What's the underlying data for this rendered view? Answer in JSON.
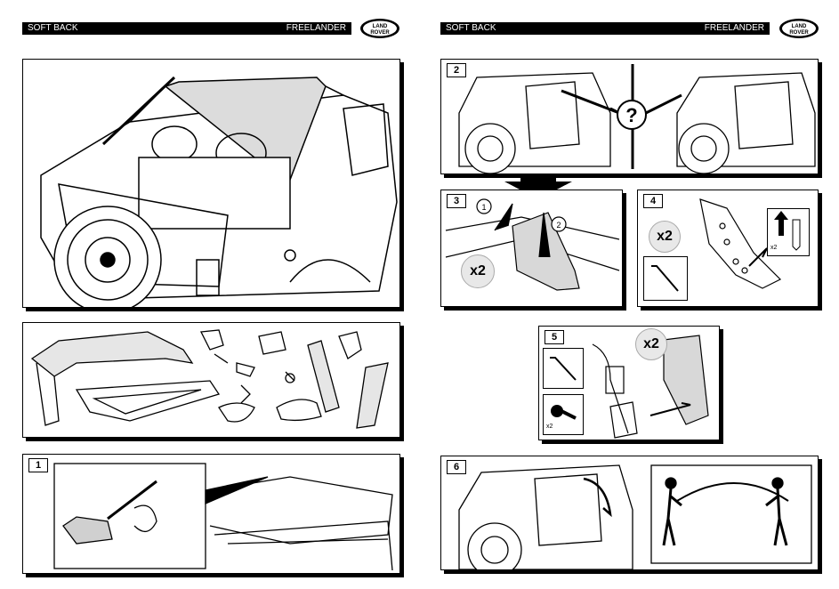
{
  "left_header": {
    "title": "SOFT BACK",
    "model": "FREELANDER"
  },
  "right_header": {
    "title": "SOFT BACK",
    "model": "FREELANDER"
  },
  "logo": {
    "text_line1": "LAND",
    "text_line2": "ROVER"
  },
  "steps": {
    "s1": "1",
    "s2": "2",
    "s3": "3",
    "s4": "4",
    "s5": "5",
    "s6": "6"
  },
  "labels": {
    "question": "?",
    "x2_step3": "x2",
    "x2_step4": "x2",
    "x2_step4_small": "x2",
    "x2_step5": "x2",
    "x2_step5_small": "x2",
    "arrow1": "1",
    "arrow2": "2"
  },
  "colors": {
    "ink": "#000000",
    "paper": "#ffffff",
    "shade": "#d0d0d0"
  }
}
